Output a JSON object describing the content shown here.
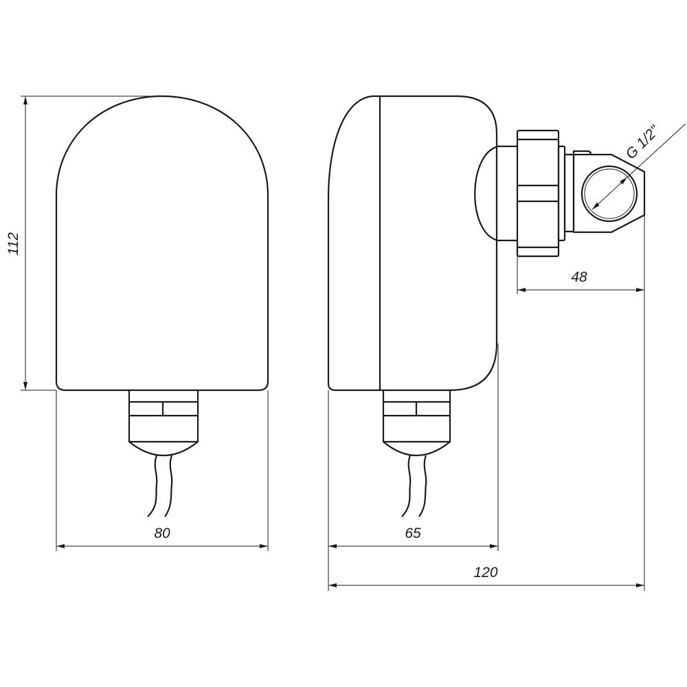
{
  "dimensions": {
    "height": "112",
    "front_width": "80",
    "side_width": "65",
    "total_depth": "120",
    "fitting_depth": "48",
    "thread": "G 1/2\""
  }
}
